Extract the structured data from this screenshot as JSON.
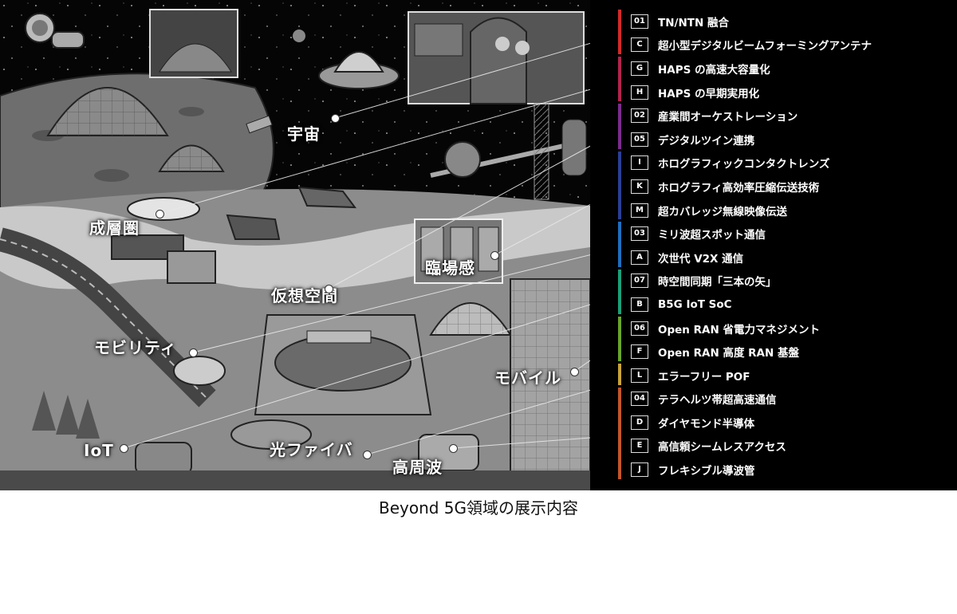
{
  "caption": "Beyond 5G領域の展示内容",
  "areas": {
    "space": "宇宙",
    "stratosphere": "成層圏",
    "immersion": "臨場感",
    "virtual_space": "仮想空間",
    "mobility": "モビリティ",
    "mobile": "モバイル",
    "iot": "IoT",
    "optical_fiber": "光ファイバ",
    "high_frequency": "高周波"
  },
  "legend": {
    "groups": [
      {
        "color": "#d42a2a",
        "items": [
          {
            "code": "01",
            "label": "TN/NTN 融合"
          },
          {
            "code": "C",
            "label": "超小型デジタルビームフォーミングアンテナ"
          }
        ]
      },
      {
        "color": "#b3244e",
        "items": [
          {
            "code": "G",
            "label": "HAPS の高速大容量化"
          },
          {
            "code": "H",
            "label": "HAPS の早期実用化"
          }
        ]
      },
      {
        "color": "#7d2c8e",
        "items": [
          {
            "code": "02",
            "label": "産業間オーケストレーション"
          },
          {
            "code": "05",
            "label": "デジタルツイン連携"
          }
        ]
      },
      {
        "color": "#2b3f96",
        "items": [
          {
            "code": "I",
            "label": "ホログラフィックコンタクトレンズ"
          },
          {
            "code": "K",
            "label": "ホログラフィ高効率圧縮伝送技術"
          },
          {
            "code": "M",
            "label": "超カバレッジ無線映像伝送"
          }
        ]
      },
      {
        "color": "#1f6fc0",
        "items": [
          {
            "code": "03",
            "label": "ミリ波超スポット通信"
          },
          {
            "code": "A",
            "label": "次世代 V2X 通信"
          }
        ]
      },
      {
        "color": "#1aa07a",
        "items": [
          {
            "code": "07",
            "label": "時空間同期「三本の矢」"
          },
          {
            "code": "B",
            "label": "B5G IoT SoC"
          }
        ]
      },
      {
        "color": "#6aa62c",
        "items": [
          {
            "code": "06",
            "label": "Open RAN 省電力マネジメント"
          },
          {
            "code": "F",
            "label": "Open RAN 高度 RAN 基盤"
          }
        ]
      },
      {
        "color": "#c9a43a",
        "items": [
          {
            "code": "L",
            "label": "エラーフリー POF"
          }
        ]
      },
      {
        "color": "#c4562a",
        "items": [
          {
            "code": "04",
            "label": "テラヘルツ帯超高速通信"
          },
          {
            "code": "D",
            "label": "ダイヤモンド半導体"
          },
          {
            "code": "E",
            "label": "高信頼シームレスアクセス"
          },
          {
            "code": "J",
            "label": "フレキシブル導波管"
          }
        ]
      }
    ]
  }
}
